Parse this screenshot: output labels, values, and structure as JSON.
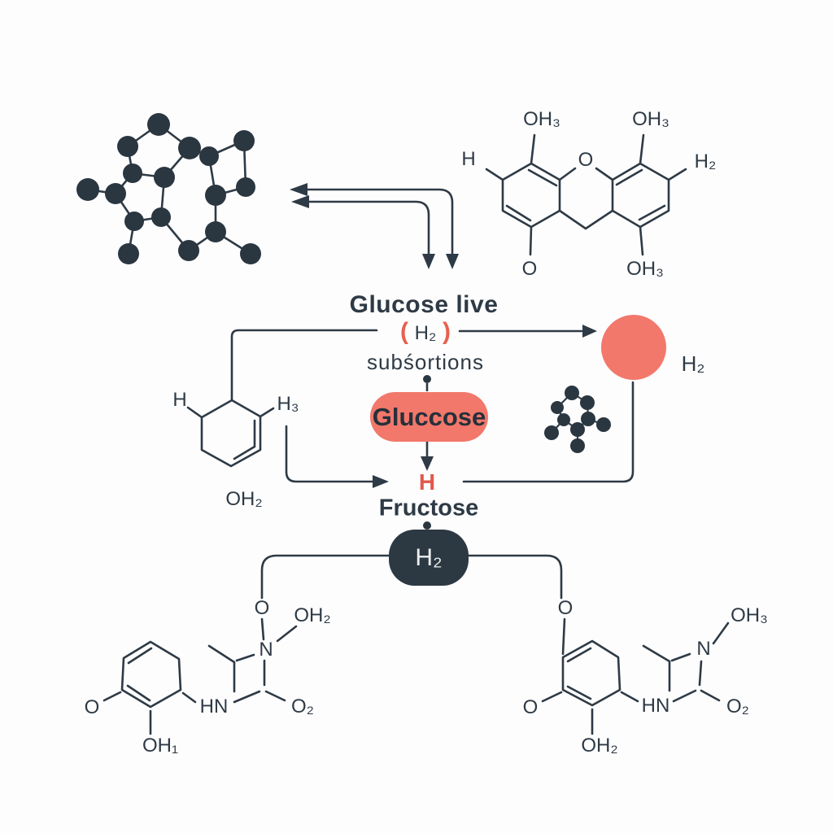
{
  "palette": {
    "ink": "#2e3a45",
    "accent_salmon": "#f2786b",
    "accent_red_text": "#e2574b",
    "paper": "#fdfdfe",
    "pill_light_text": "#eceff0"
  },
  "labels": {
    "xanthene": {
      "oh3_top_left": "OH₃",
      "oh3_top_right": "OH₃",
      "h_left": "H",
      "h2_right": "H₂",
      "o_center": "O",
      "o_bottom": "O",
      "oh3_bottom": "OH₃"
    },
    "header": {
      "title": "Glucose live",
      "paren_open": "(",
      "h2": "H₂",
      "paren_close": ")",
      "subtitle": "subśortions"
    },
    "cyclohexene": {
      "h": "H",
      "h3": "H₃",
      "oh2": "OH₂"
    },
    "reaction": {
      "glucose_pill": "Gluccose",
      "h_intermediate": "H",
      "fructose": "Fructose",
      "h2_pill": "H₂",
      "h2_circle": "H₂"
    },
    "amide_left": {
      "o_top": "O",
      "oh2": "OH₂",
      "n": "N",
      "o2": "O₂",
      "hn": "HN",
      "o_left": "O",
      "oh1": "OH₁"
    },
    "amide_right": {
      "o_top": "O",
      "oh3": "OH₃",
      "n": "N",
      "o2": "O₂",
      "hn": "HN",
      "o_left": "O",
      "oh2": "OH₂"
    }
  }
}
